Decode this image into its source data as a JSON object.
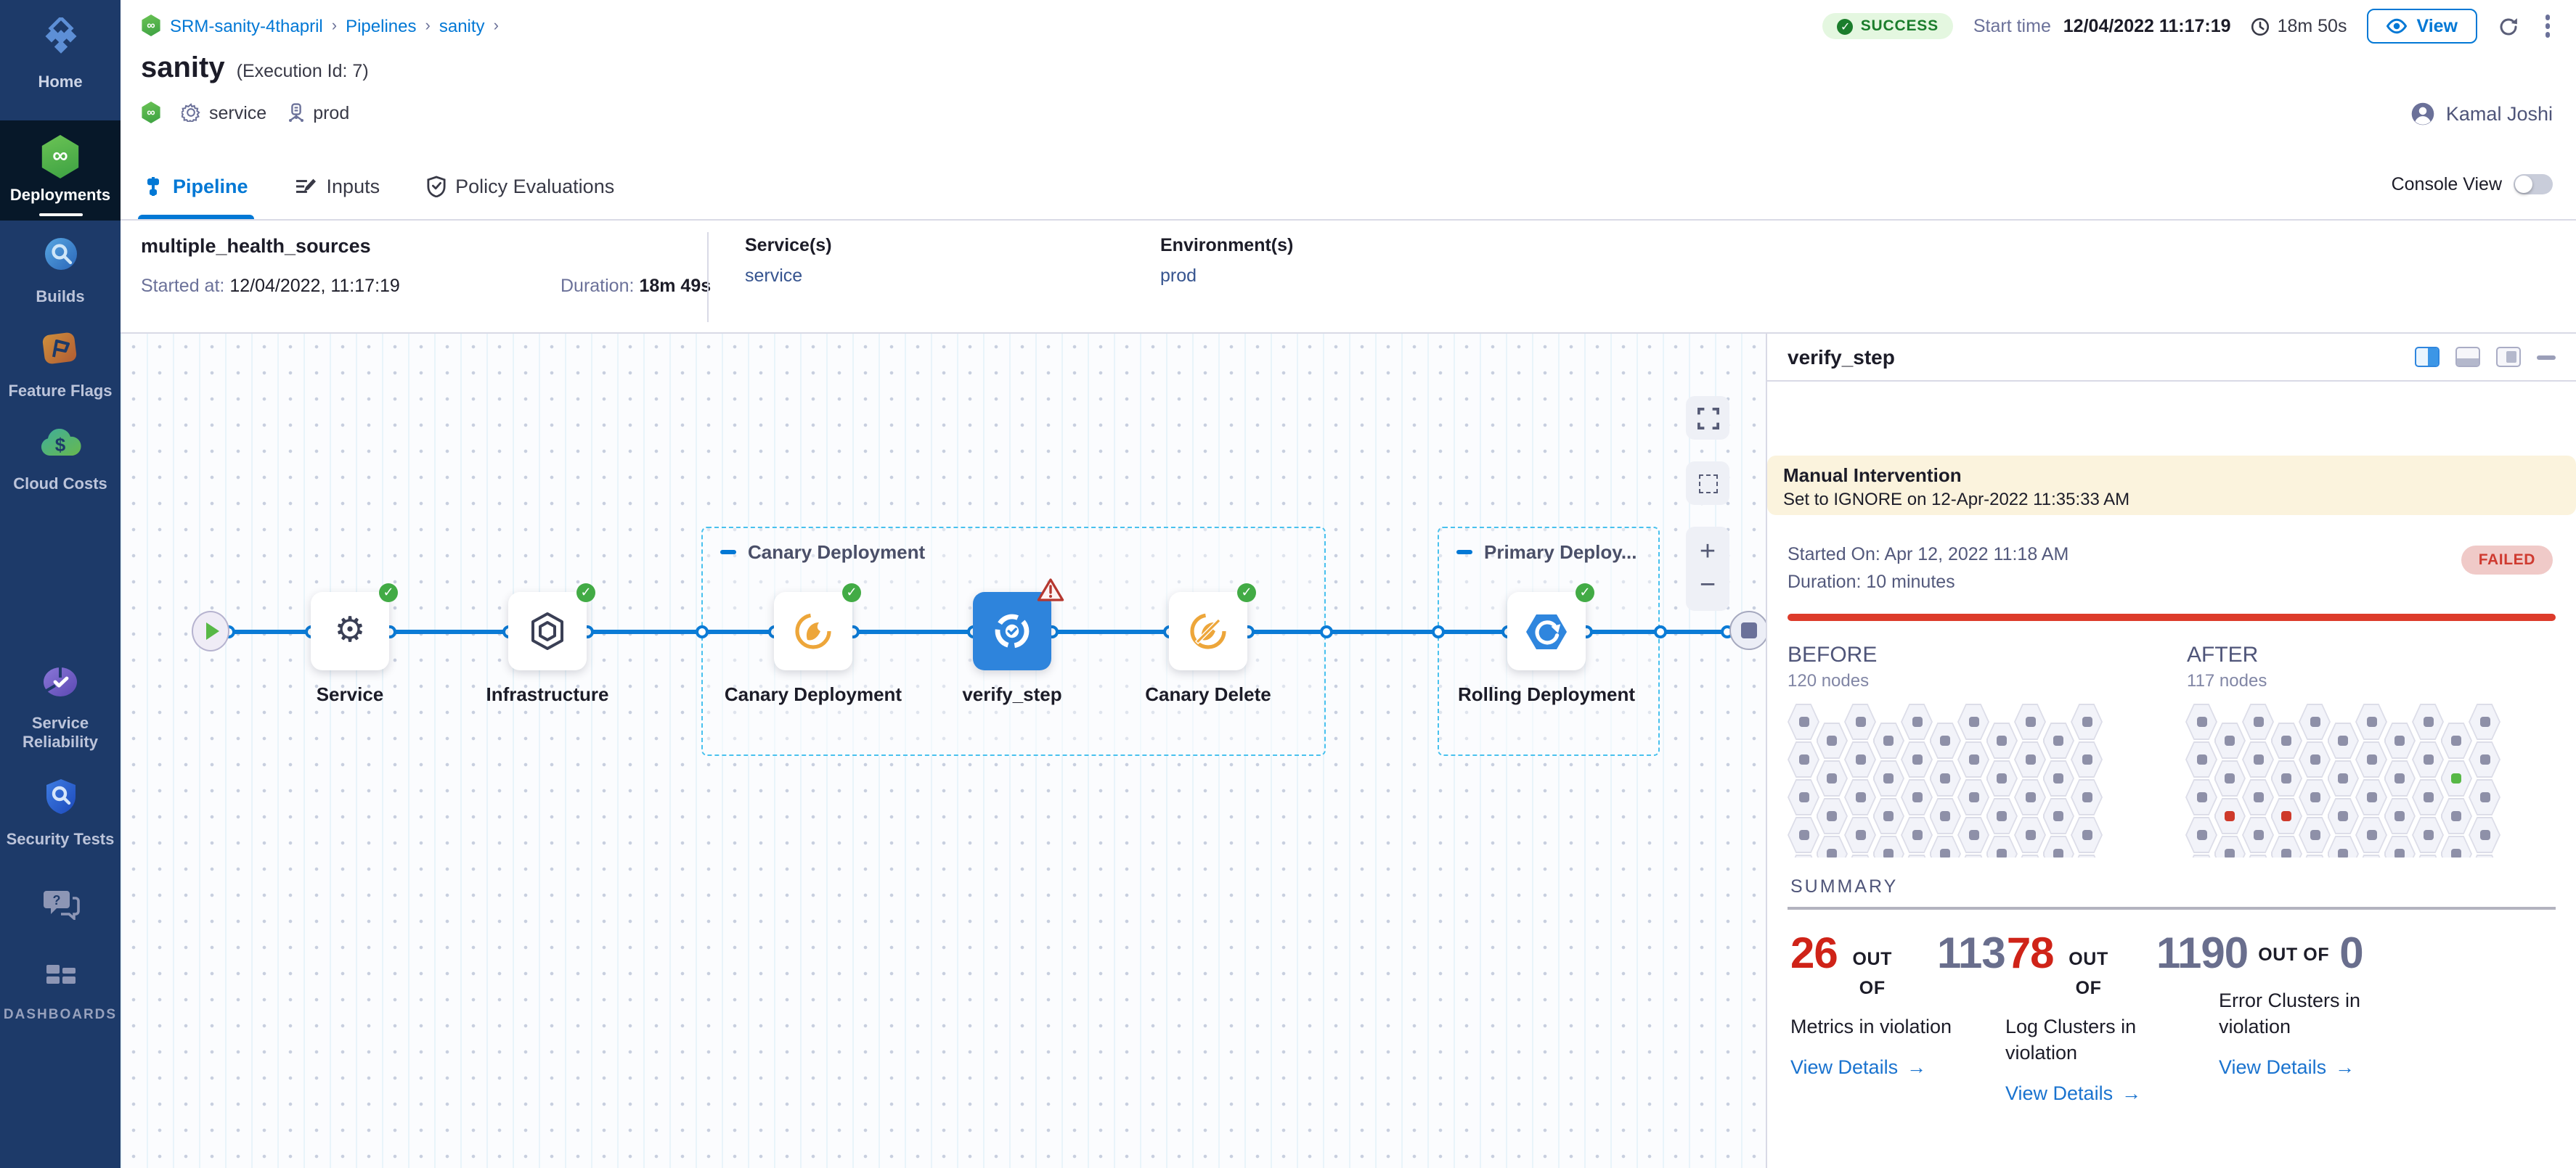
{
  "sidebar": {
    "items": [
      {
        "label": "Home"
      },
      {
        "label": "Deployments"
      },
      {
        "label": "Builds"
      },
      {
        "label": "Feature Flags"
      },
      {
        "label": "Cloud Costs"
      },
      {
        "label": "Service Reliability"
      },
      {
        "label": "Security Tests"
      },
      {
        "label": ""
      },
      {
        "label": "DASHBOARDS"
      }
    ]
  },
  "breadcrumb": {
    "items": [
      "SRM-sanity-4thapril",
      "Pipelines",
      "sanity"
    ],
    "separator": "›"
  },
  "header": {
    "title": "sanity",
    "execution_id": "(Execution Id: 7)",
    "status": "SUCCESS",
    "start_time_label": "Start time",
    "start_time": "12/04/2022 11:17:19",
    "duration": "18m 50s",
    "view_button": "View",
    "user": "Kamal Joshi",
    "tags": {
      "service": "service",
      "environment": "prod"
    }
  },
  "tabs": {
    "items": [
      {
        "label": "Pipeline"
      },
      {
        "label": "Inputs"
      },
      {
        "label": "Policy Evaluations"
      }
    ],
    "console_view_label": "Console View"
  },
  "stage_info": {
    "name": "multiple_health_sources",
    "started_label": "Started at:",
    "started_value": "12/04/2022, 11:17:19",
    "duration_label": "Duration:",
    "duration_value": "18m 49s",
    "services_label": "Service(s)",
    "services_value": "service",
    "environments_label": "Environment(s)",
    "environments_value": "prod"
  },
  "pipeline": {
    "groups": [
      {
        "label": "Canary Deployment"
      },
      {
        "label": "Primary Deploy..."
      }
    ],
    "nodes": [
      {
        "label": "Service",
        "status": "success"
      },
      {
        "label": "Infrastructure",
        "status": "success"
      },
      {
        "label": "Canary Deployment",
        "status": "success"
      },
      {
        "label": "verify_step",
        "status": "warning",
        "selected": true
      },
      {
        "label": "Canary Delete",
        "status": "success"
      },
      {
        "label": "Rolling Deployment",
        "status": "success"
      }
    ]
  },
  "panel": {
    "title": "verify_step",
    "banner": {
      "title": "Manual Intervention",
      "message": "Set to IGNORE on 12-Apr-2022 11:35:33 AM"
    },
    "started_on": "Started On: Apr 12, 2022 11:18 AM",
    "duration": "Duration: 10 minutes",
    "status": "FAILED",
    "before": {
      "label": "BEFORE",
      "sublabel": "120 nodes"
    },
    "after": {
      "label": "AFTER",
      "sublabel": "117 nodes"
    },
    "node_grid": {
      "cols": 11,
      "rows": 5,
      "after_specials": [
        {
          "c": 1,
          "r": 2,
          "color": "red"
        },
        {
          "c": 3,
          "r": 2,
          "color": "red"
        },
        {
          "c": 7,
          "r": 4,
          "color": "red"
        },
        {
          "c": 9,
          "r": 1,
          "color": "green"
        }
      ]
    },
    "summary_label": "SUMMARY",
    "stats": [
      {
        "value_red": "26",
        "out_of": "OUT OF",
        "desc": "Metrics in violation",
        "link": "View Details"
      },
      {
        "value_gray": "113",
        "value_red": "78",
        "out_of": "OUT OF",
        "desc": "Log Clusters in violation",
        "link": "View Details"
      },
      {
        "value_gray": "1190",
        "out_of": "OUT OF",
        "value_gray2": "0",
        "desc": "Error Clusters in violation",
        "link": "View Details"
      }
    ]
  },
  "colors": {
    "primary": "#0278d5",
    "success": "#42ab45",
    "error": "#cf2318",
    "group_border": "#49c1ee"
  }
}
